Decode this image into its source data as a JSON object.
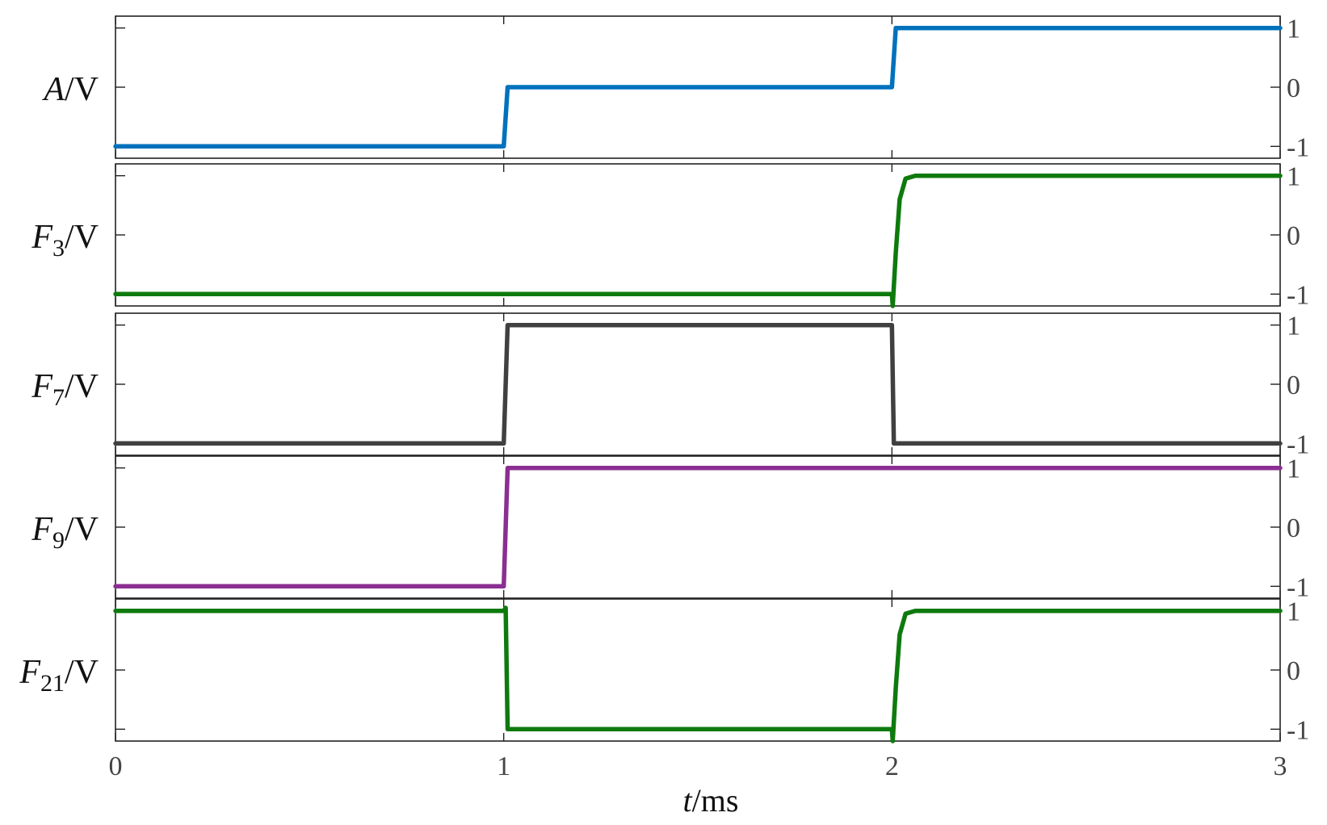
{
  "chart_data": {
    "type": "line",
    "x_axis": {
      "label_var": "t",
      "label_unit": "/ms",
      "ticks": [
        0,
        1,
        2,
        3
      ],
      "range": [
        0,
        3
      ]
    },
    "y_range": [
      -1.2,
      1.2
    ],
    "y_ticks": [
      -1,
      0,
      1
    ],
    "grid": false,
    "panels": [
      {
        "label_main": "A",
        "label_sub": "",
        "label_unit": "/V",
        "color": "#0072BD",
        "points": [
          [
            0,
            -1
          ],
          [
            1,
            -1
          ],
          [
            1.01,
            0
          ],
          [
            2,
            0
          ],
          [
            2.01,
            1
          ],
          [
            3,
            1
          ]
        ]
      },
      {
        "label_main": "F",
        "label_sub": "3",
        "label_unit": "/V",
        "color": "#0E7A0E",
        "points": [
          [
            0,
            -1
          ],
          [
            2,
            -1
          ],
          [
            2.002,
            -1.2
          ],
          [
            2.01,
            -0.3
          ],
          [
            2.02,
            0.6
          ],
          [
            2.035,
            0.95
          ],
          [
            2.06,
            1
          ],
          [
            3,
            1
          ]
        ]
      },
      {
        "label_main": "F",
        "label_sub": "7",
        "label_unit": "/V",
        "color": "#404040",
        "points": [
          [
            0,
            -1
          ],
          [
            1,
            -1
          ],
          [
            1.01,
            1
          ],
          [
            2,
            1
          ],
          [
            2.005,
            -1
          ],
          [
            3,
            -1
          ]
        ]
      },
      {
        "label_main": "F",
        "label_sub": "9",
        "label_unit": "/V",
        "color": "#8B2E92",
        "points": [
          [
            0,
            -1
          ],
          [
            1,
            -1
          ],
          [
            1.01,
            1
          ],
          [
            3,
            1
          ]
        ]
      },
      {
        "label_main": "F",
        "label_sub": "21",
        "label_unit": "/V",
        "color": "#0E7A0E",
        "points": [
          [
            0,
            1
          ],
          [
            1,
            1
          ],
          [
            1.005,
            1.05
          ],
          [
            1.01,
            -1
          ],
          [
            2,
            -1
          ],
          [
            2.002,
            -1.2
          ],
          [
            2.01,
            -0.3
          ],
          [
            2.02,
            0.6
          ],
          [
            2.035,
            0.95
          ],
          [
            2.06,
            1
          ],
          [
            3,
            1
          ]
        ]
      }
    ]
  }
}
